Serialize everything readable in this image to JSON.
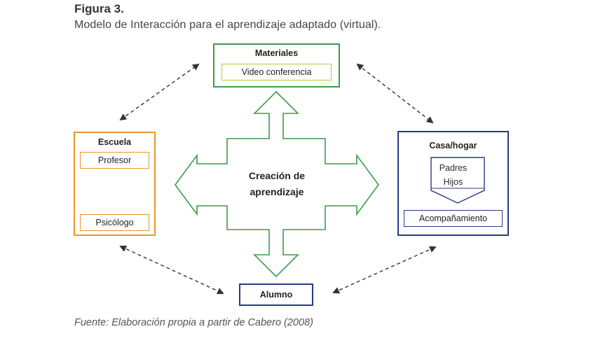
{
  "figure": {
    "label": "Figura 3.",
    "title": "Modelo de Interacción para el aprendizaje adaptado (virtual).",
    "source": "Fuente: Elaboración propia a partir de Cabero (2008)"
  },
  "materiales": {
    "title": "Materiales",
    "item": "Video conferencia"
  },
  "escuela": {
    "title": "Escuela",
    "item_top": "Profesor",
    "item_bottom": "Psicólogo"
  },
  "casa": {
    "title": "Casa/hogar",
    "line1": "Padres",
    "line2": "Hijos",
    "item": "Acompañamiento"
  },
  "alumno": {
    "title": "Alumno"
  },
  "center": {
    "line1": "Creación de",
    "line2": "aprendizaje"
  },
  "colors": {
    "green": "#3d9a4c",
    "orange": "#e8962e",
    "navy": "#2a3a85",
    "olive": "#b9c63f",
    "dashed_arrow": "#333333"
  }
}
